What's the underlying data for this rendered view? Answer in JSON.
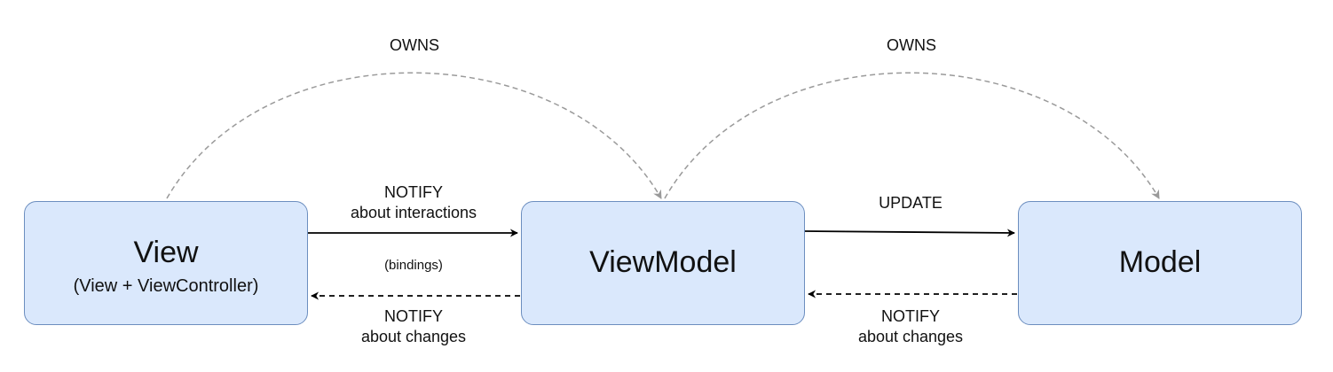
{
  "nodes": {
    "view": {
      "title": "View",
      "subtitle": "(View + ViewController)"
    },
    "viewmodel": {
      "title": "ViewModel"
    },
    "model": {
      "title": "Model"
    }
  },
  "edges": {
    "owns_view_viewmodel": {
      "label": "OWNS",
      "style": "dashed-curve"
    },
    "owns_viewmodel_model": {
      "label": "OWNS",
      "style": "dashed-curve"
    },
    "notify_interactions": {
      "label_line1": "NOTIFY",
      "label_line2": "about interactions",
      "style": "solid"
    },
    "bindings": {
      "label": "(bindings)"
    },
    "notify_changes_view": {
      "label_line1": "NOTIFY",
      "label_line2": "about changes",
      "style": "dashed"
    },
    "update": {
      "label": "UPDATE",
      "style": "solid"
    },
    "notify_changes_viewmodel": {
      "label_line1": "NOTIFY",
      "label_line2": "about changes",
      "style": "dashed"
    }
  },
  "colors": {
    "node_fill": "#dae8fc",
    "node_stroke": "#6c8ebf",
    "edge_solid": "#000000",
    "edge_owns": "#9a9a9a"
  }
}
